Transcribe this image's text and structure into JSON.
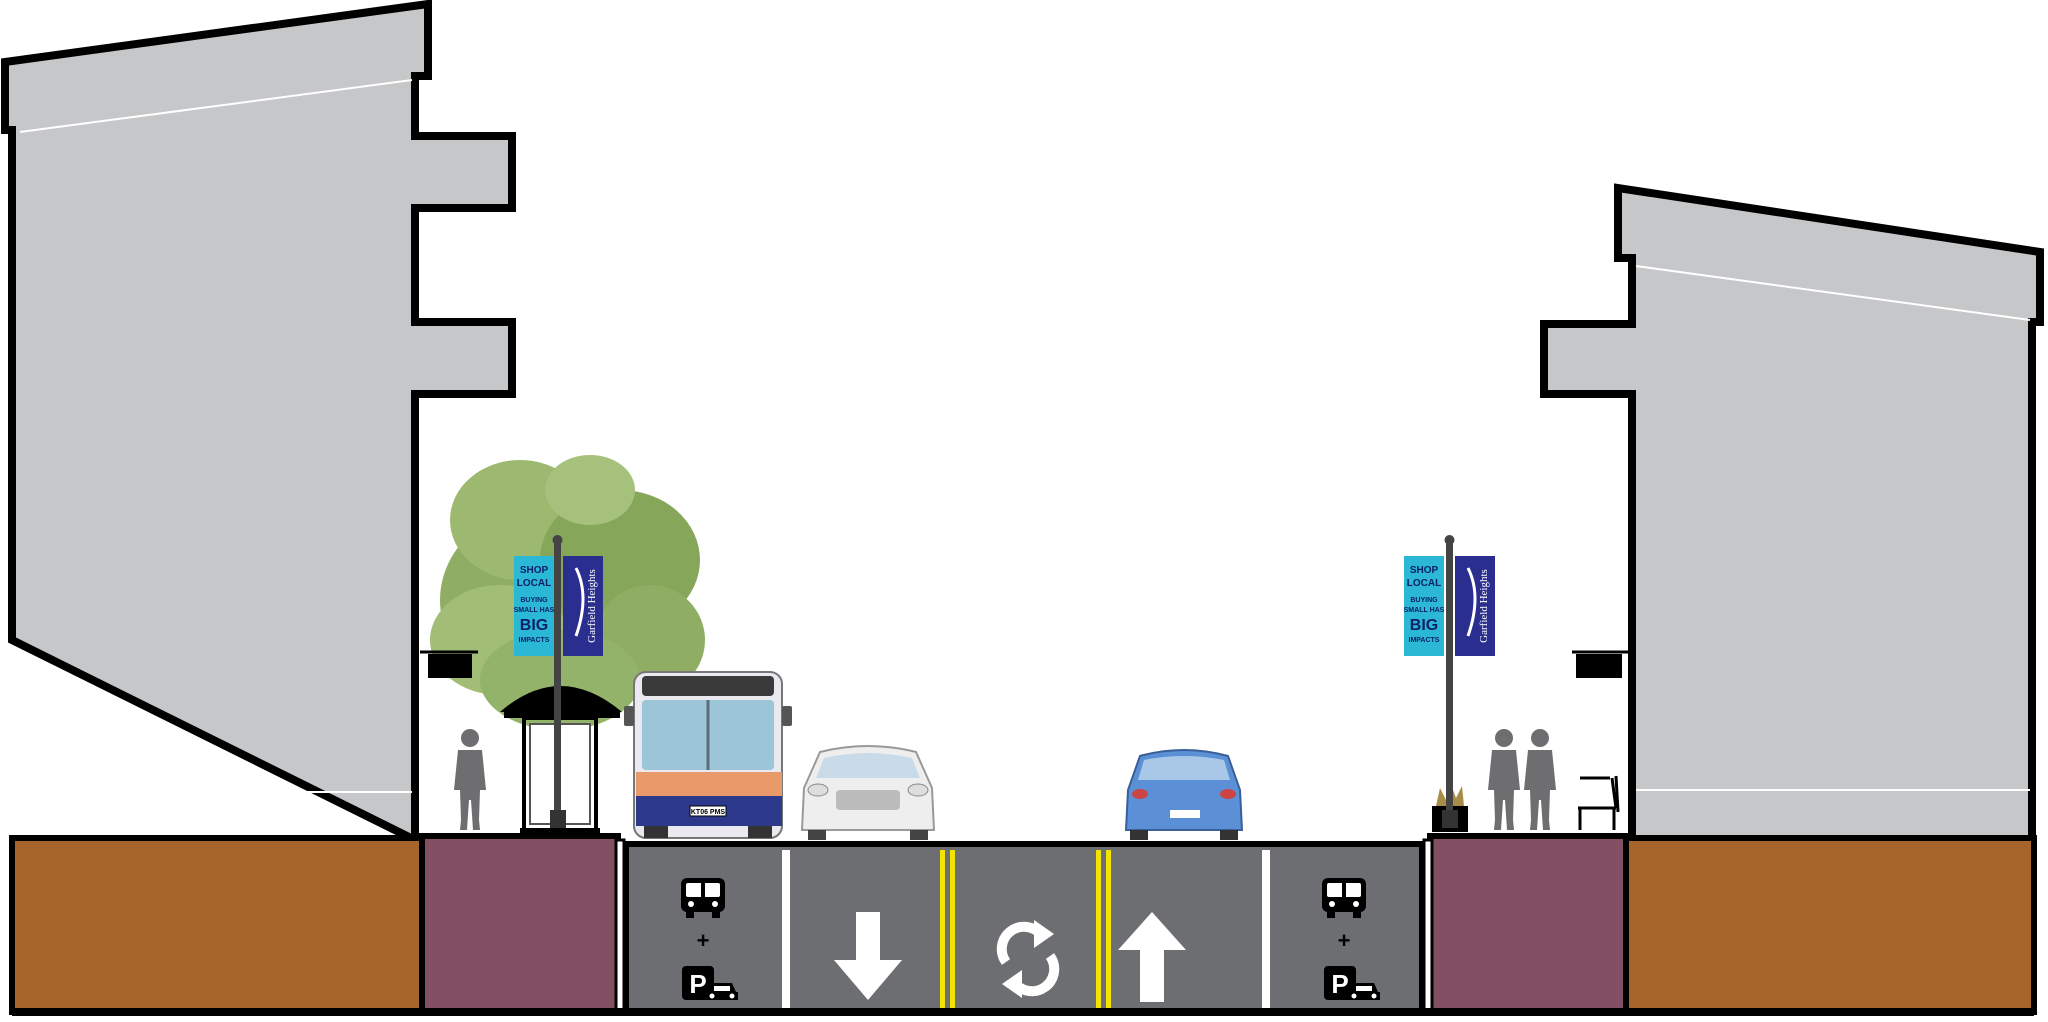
{
  "colors": {
    "building": "#c6c7c9",
    "soil": "#a8652b",
    "sidewalk": "#834f63",
    "road": "#6d6e71",
    "lane_line": "#ffffff",
    "center_line": "#f2e300",
    "tree": "#8fae63",
    "silhouette": "#6e6e70",
    "banner_teal": "#2ab8d4",
    "banner_navy": "#2a2f8f",
    "outline": "#000000"
  },
  "banners": {
    "local_banner": {
      "line1": "SHOP",
      "line2": "LOCAL",
      "line3": "BUYING",
      "line4": "SMALL HAS",
      "line5": "BIG",
      "line6": "IMPACTS"
    },
    "brand_banner": {
      "text": "Garfield Heights"
    }
  },
  "bus": {
    "plate": "KT06 PMS"
  },
  "lanes": [
    {
      "icon": "bus-parking-icon",
      "direction": "shared bus + parking"
    },
    {
      "icon": "arrow-down-icon",
      "direction": "travel lane (southbound)"
    },
    {
      "icon": "two-way-turn-icon",
      "direction": "center turn lane"
    },
    {
      "icon": "arrow-up-icon",
      "direction": "travel lane (northbound)"
    },
    {
      "icon": "bus-parking-icon",
      "direction": "shared bus + parking"
    }
  ],
  "lane_symbols": {
    "plus": "+",
    "parking": "P"
  }
}
